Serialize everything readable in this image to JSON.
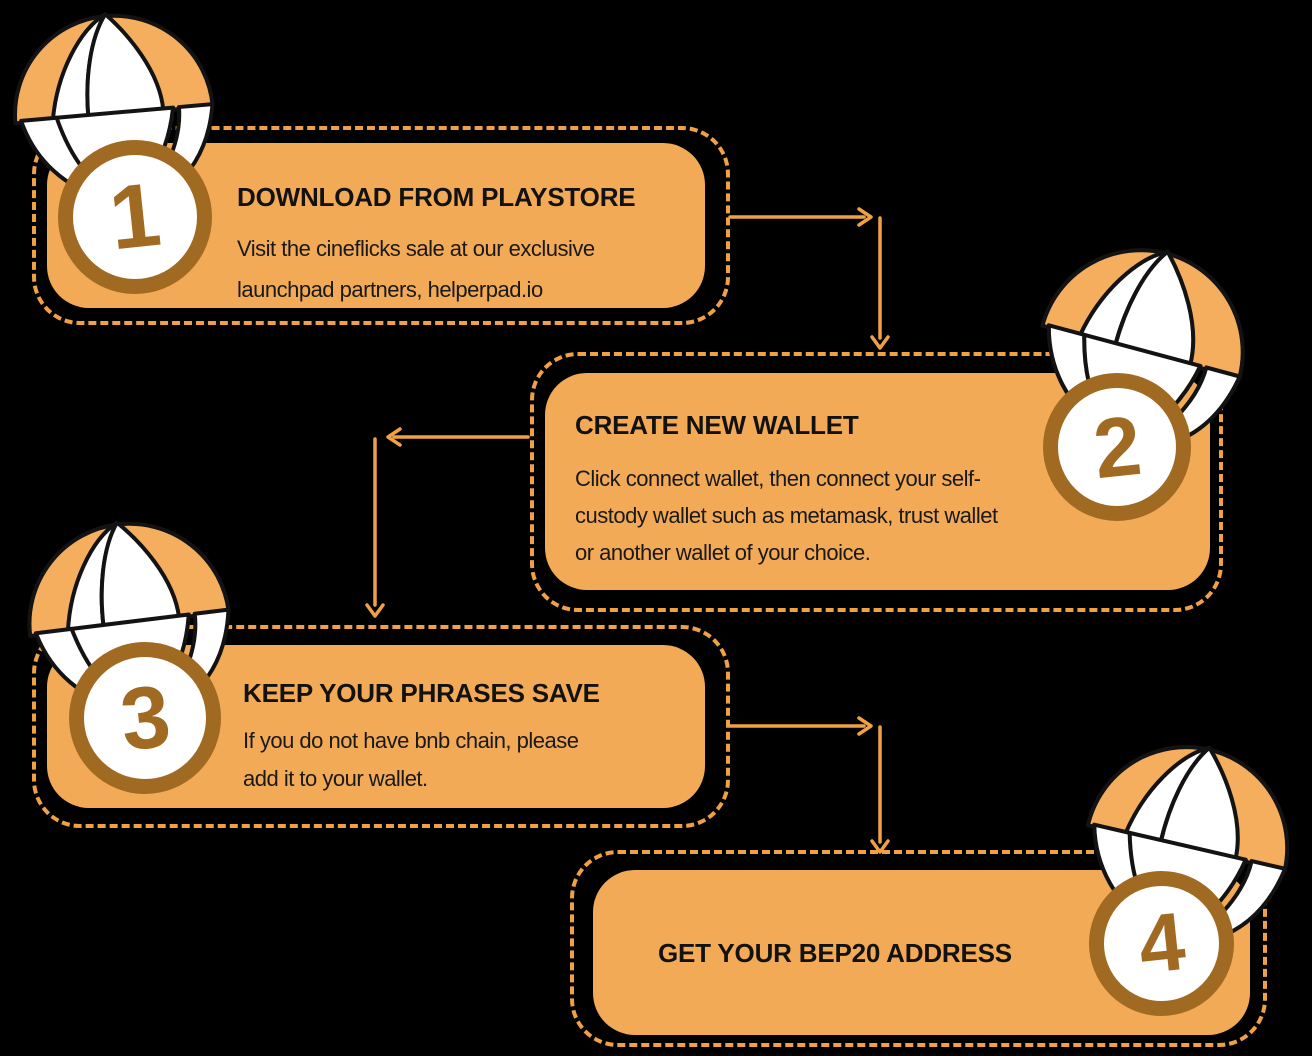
{
  "page": {
    "background": "#000000"
  },
  "palette": {
    "card_fill": "#F3AA56",
    "canopy_fill": "#F4AE5E",
    "dash_and_arrow": "#F0A145",
    "badge_ring": "#A16A22",
    "badge_number": "#A16A22",
    "gore_fill": "#FFFFFF",
    "outline": "#131313",
    "title_text": "#121212",
    "body_text": "#191919"
  },
  "steps": [
    {
      "number": "1",
      "title": "DOWNLOAD FROM PLAYSTORE",
      "body_lines": [
        "Visit the cineflicks sale at our exclusive",
        "launchpad partners, helperpad.io"
      ]
    },
    {
      "number": "2",
      "title": "CREATE NEW WALLET",
      "body_lines": [
        "Click connect wallet, then connect your self-",
        "custody wallet such as metamask, trust wallet",
        "or another wallet of your choice."
      ]
    },
    {
      "number": "3",
      "title": "KEEP YOUR PHRASES SAVE",
      "body_lines": [
        "If you do not have bnb chain, please",
        "add it to your wallet."
      ]
    },
    {
      "number": "4",
      "title": "GET YOUR BEP20 ADDRESS",
      "body_lines": []
    }
  ]
}
